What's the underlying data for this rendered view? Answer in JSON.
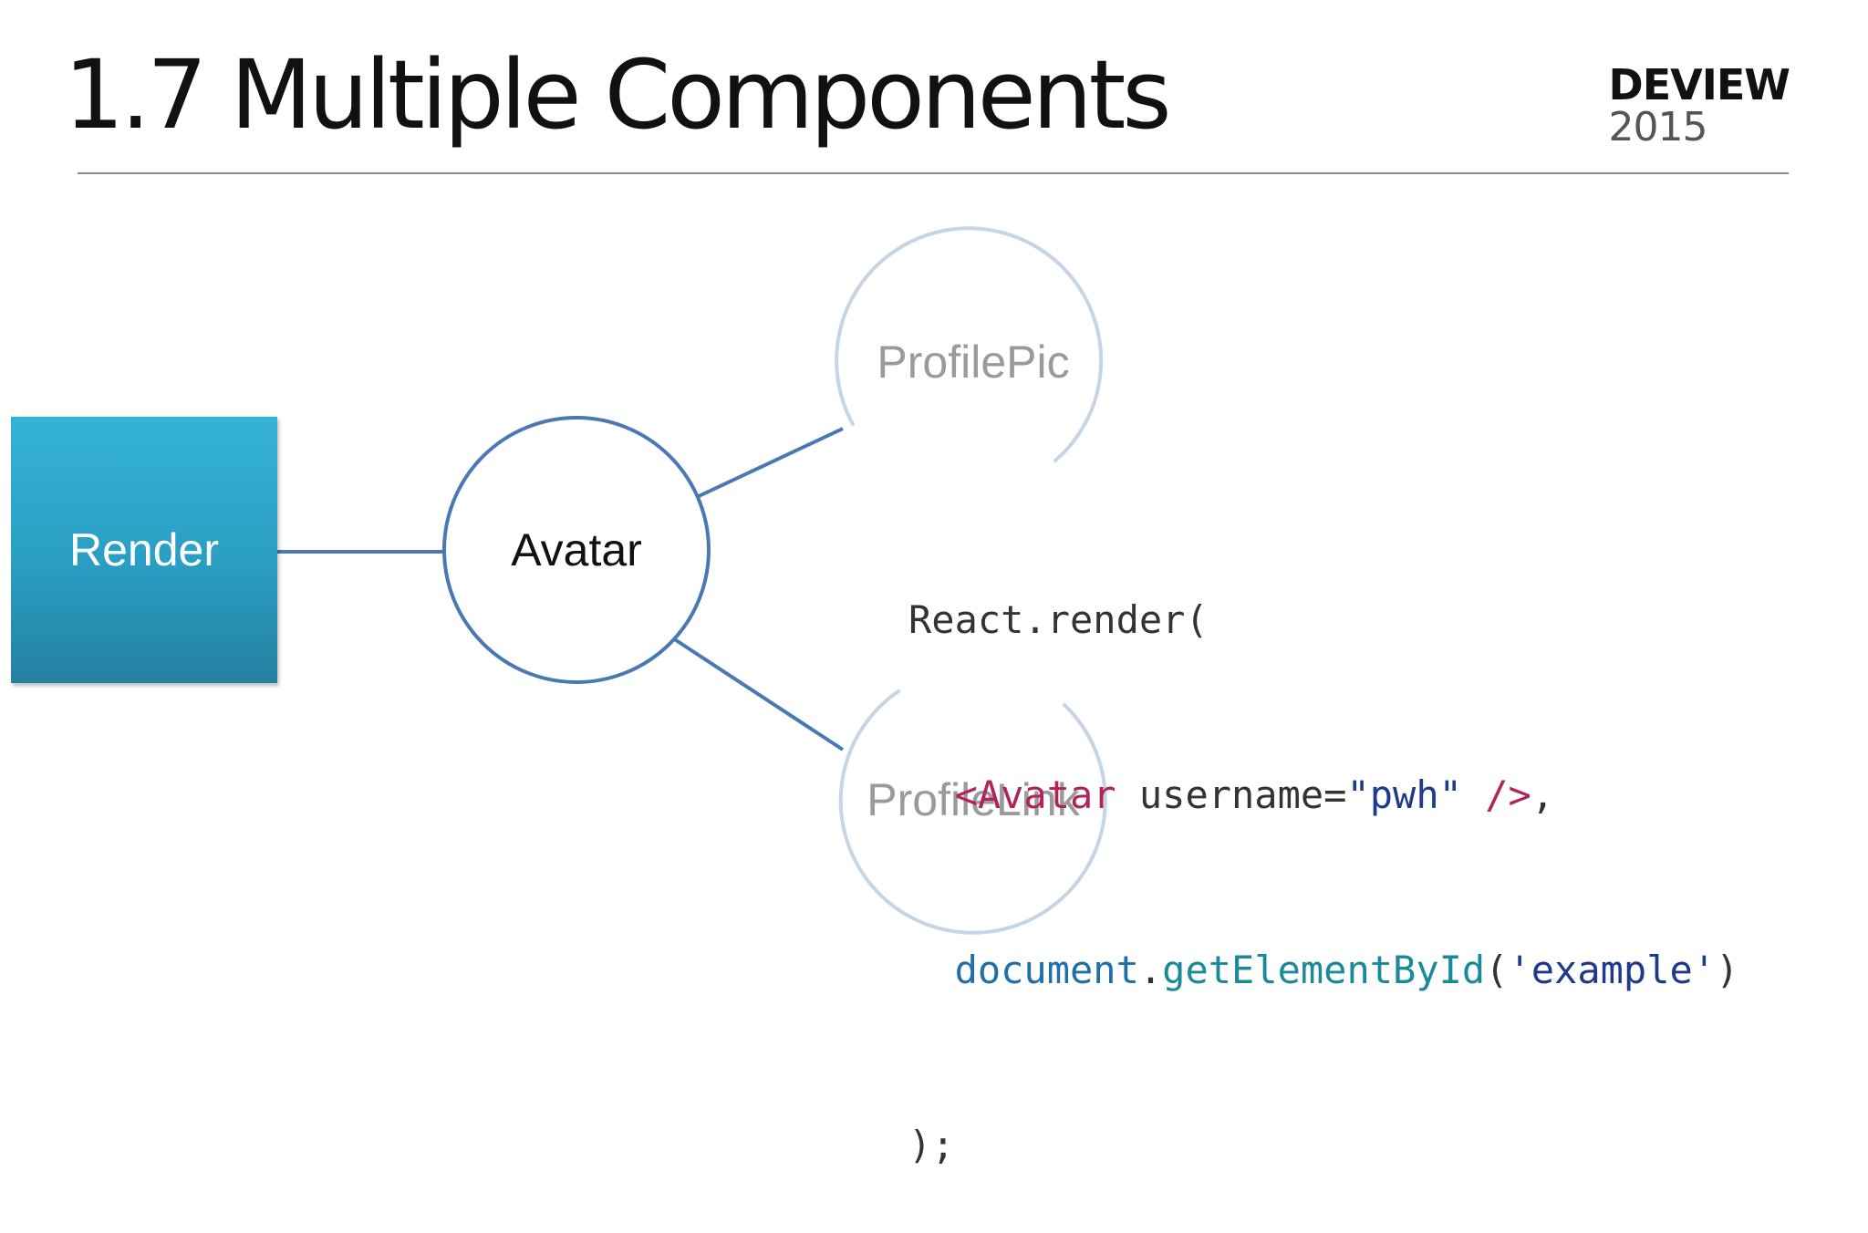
{
  "title": "1.7 Multiple Components",
  "brand": {
    "name": "DEVIEW",
    "year": "2015"
  },
  "diagram": {
    "render_label": "Render",
    "avatar_label": "Avatar",
    "profile_pic_label": "ProfilePic",
    "profile_link_label": "ProfileLink"
  },
  "code": {
    "line1": "React.render(",
    "line2": {
      "tag_open": "<Avatar",
      "attr": " username=",
      "value": "\"pwh\"",
      "tag_close": " />",
      "comma": ","
    },
    "line3": {
      "object": "document",
      "dot": ".",
      "method": "getElementById",
      "paren_open": "(",
      "arg": "'example'",
      "paren_close": ")"
    },
    "line4": ");"
  },
  "colors": {
    "render_box": "#2a9ec3",
    "avatar_circle": "#4a78b4",
    "faded_circle": "#c6d5e6",
    "connector": "#4a78b4"
  }
}
